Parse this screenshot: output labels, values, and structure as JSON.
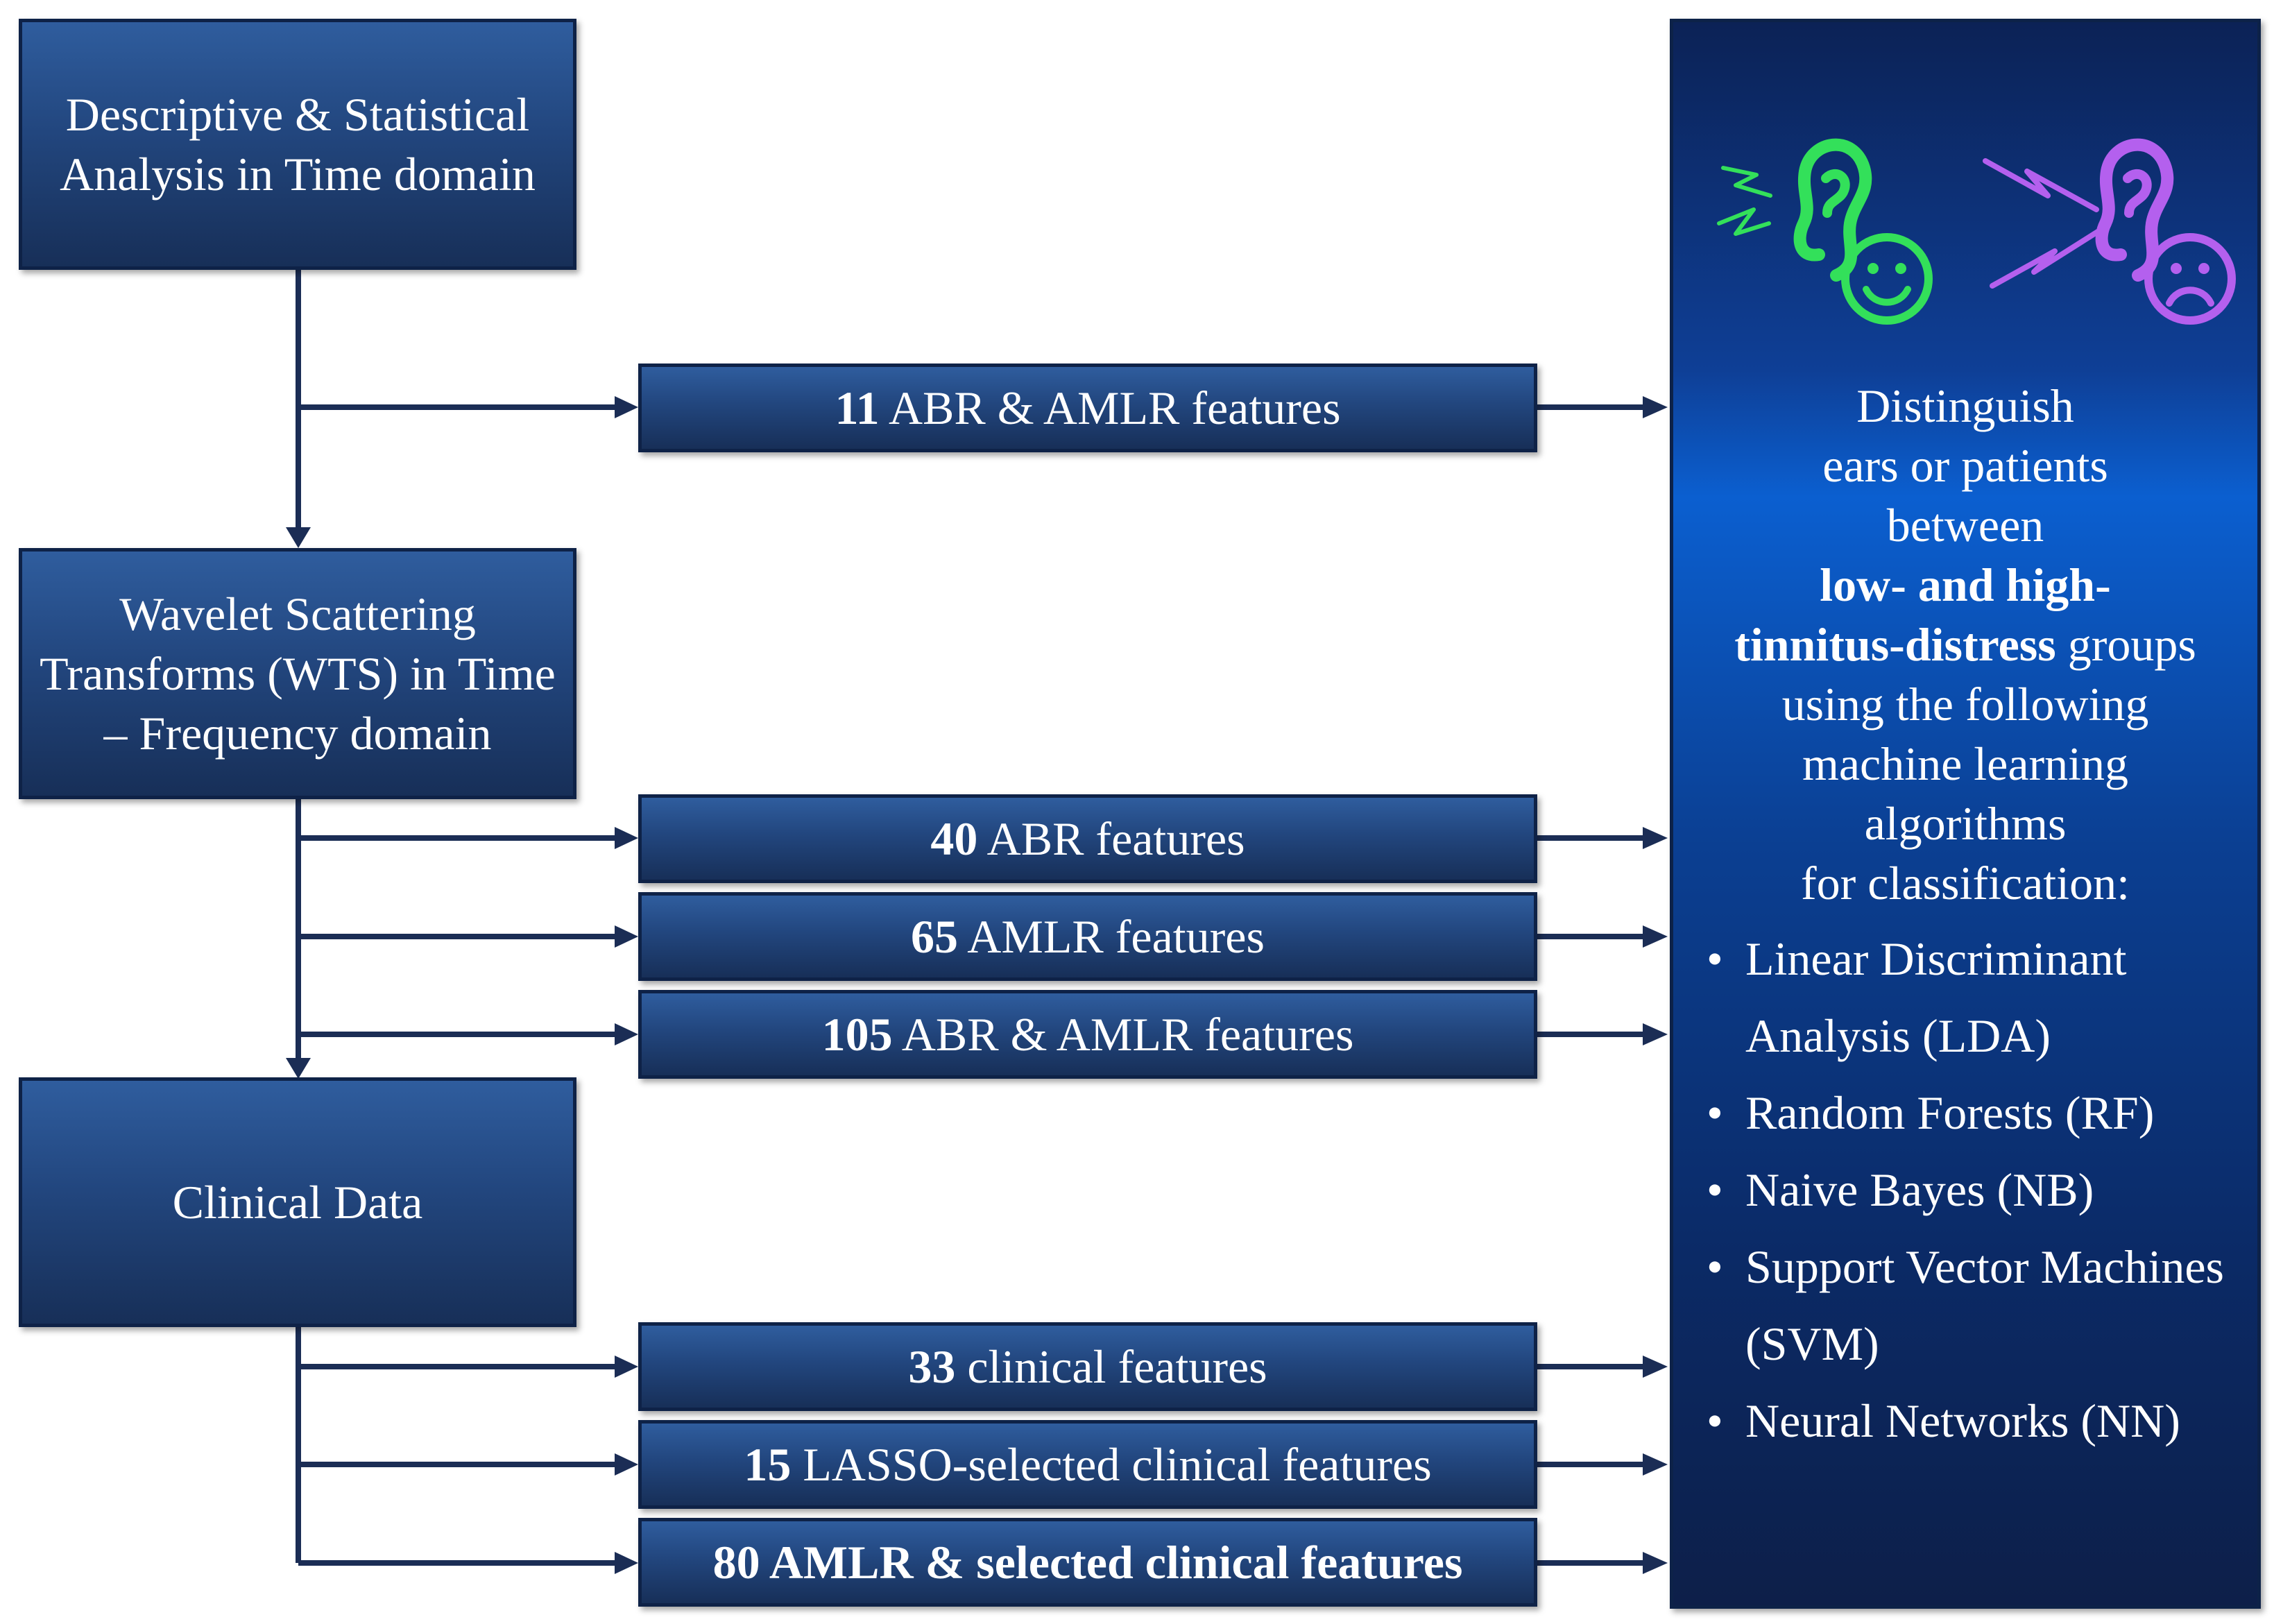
{
  "stages": [
    {
      "id": "time",
      "label": "Descriptive & Statistical Analysis in Time domain"
    },
    {
      "id": "wts",
      "label": "Wavelet Scattering Transforms (WTS) in Time – Frequency domain"
    },
    {
      "id": "clinical",
      "label": "Clinical Data"
    }
  ],
  "feature_sets": [
    {
      "count": "11",
      "label": "ABR & AMLR features"
    },
    {
      "count": "40",
      "label": "ABR features"
    },
    {
      "count": "65",
      "label": "AMLR features"
    },
    {
      "count": "105",
      "label": "ABR & AMLR features"
    },
    {
      "count": "33",
      "label": "clinical features"
    },
    {
      "count": "15",
      "label": "LASSO-selected clinical features"
    },
    {
      "count": "80",
      "label": "AMLR & selected clinical features"
    }
  ],
  "classification": {
    "lines": [
      "Distinguish",
      "ears or patients",
      "between"
    ],
    "emphasis_1": "low- and high-",
    "emphasis_2": "tinnitus-distress",
    "emphasis_tail": "groups",
    "lines_after": [
      "using the following",
      "machine learning",
      "algorithms",
      "for classification:"
    ],
    "algorithms": [
      "Linear Discriminant Analysis (LDA)",
      "Random Forests (RF)",
      "Naive Bayes (NB)",
      "Support Vector Machines (SVM)",
      "Neural Networks (NN)"
    ]
  },
  "icons": [
    "happy-ear-icon",
    "sad-ear-icon"
  ],
  "colors": {
    "box_fill": "#22467e",
    "box_border": "#0e2247",
    "arrow": "#1b2d55",
    "panel_glow": "#0b5fd0",
    "happy_ear": "#33e05a",
    "sad_ear": "#b460ee"
  }
}
